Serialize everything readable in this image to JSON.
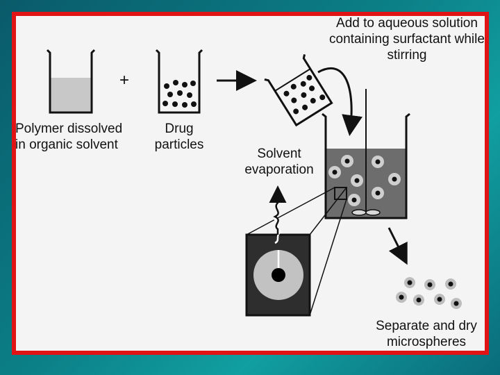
{
  "labels": {
    "polymer": [
      "Polymer dissolved",
      "in organic solvent"
    ],
    "plus": "+",
    "drug": [
      "Drug",
      "particles"
    ],
    "aqueous": [
      "Add to aqueous solution",
      "containing surfactant while",
      "stirring"
    ],
    "evaporation": [
      "Solvent",
      "evaporation"
    ],
    "separate": [
      "Separate and dry",
      "microspheres"
    ]
  },
  "colors": {
    "frame": "#e01414",
    "polymer_solution": "#c8c8c8",
    "aqueous_solution": "#6d6d6d",
    "ink": "#111111"
  }
}
